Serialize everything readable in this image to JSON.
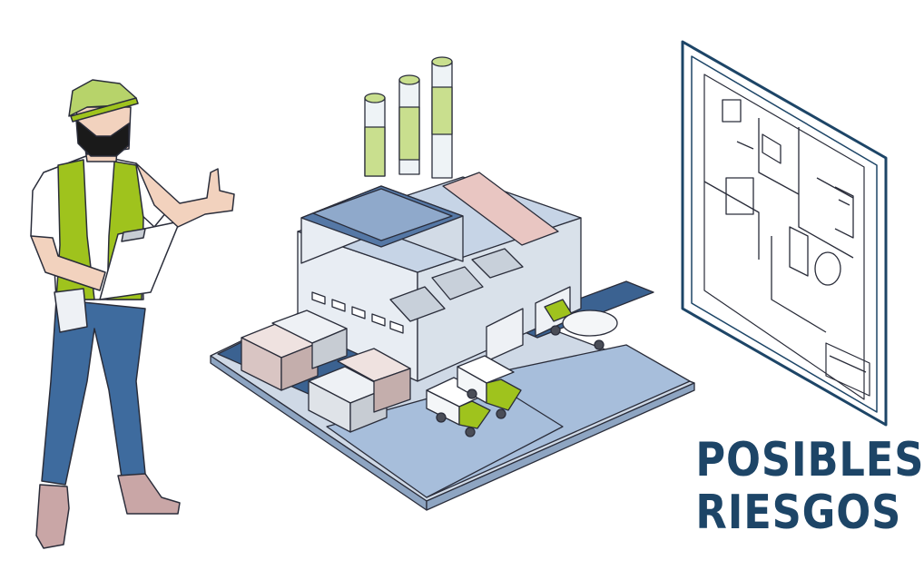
{
  "headline": {
    "line1": "POSIBLES",
    "line2": "RIESGOS"
  },
  "colors": {
    "navy": "#1d4567",
    "accent_green": "#9fc31d",
    "pale_green": "#c9df8e",
    "pants_blue": "#3e6b9e",
    "ground_blue": "#3b6291",
    "light_blue": "#a7bedb",
    "roof_blue": "#5578a6",
    "wall_gray": "#e8edf3",
    "container_pink": "#d9c5c3",
    "outline": "#2a2d3a"
  },
  "illustration": {
    "worker": "worker-with-clipboard",
    "factory": "isometric-factory",
    "blueprint": "floor-plan-board"
  }
}
